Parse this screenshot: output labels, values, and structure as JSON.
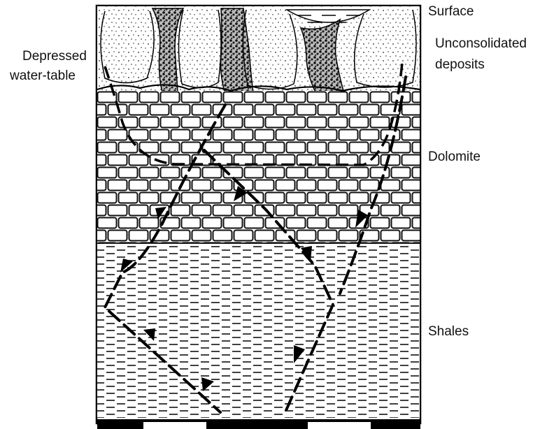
{
  "labels": {
    "surface": "Surface",
    "unconsolidated_line1": "Unconsolidated",
    "unconsolidated_line2": "deposits",
    "depressed_line1": "Depressed",
    "depressed_line2": "water-table",
    "dolomite": "Dolomite",
    "shales": "Shales"
  }
}
